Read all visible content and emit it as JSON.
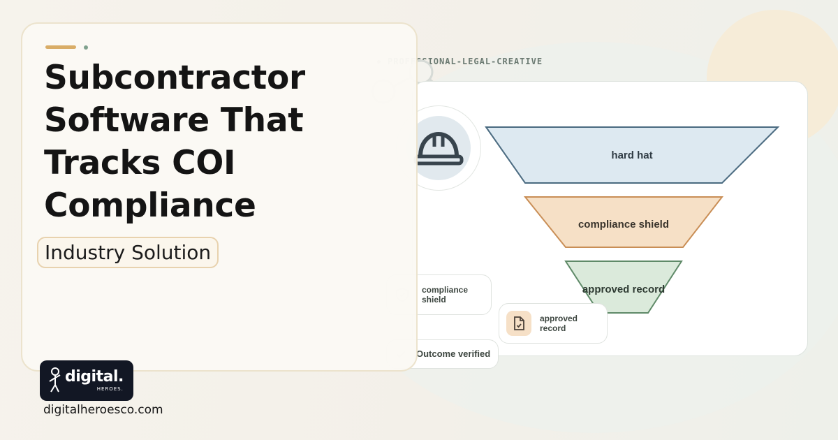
{
  "eyebrow": "PROFESSIONAL-LEGAL-CREATIVE",
  "headline": "Subcontractor Software That Tracks COI Compliance",
  "tag": "Industry Solution",
  "funnel": {
    "stages": [
      {
        "label": "hard hat",
        "fill": "#dde9f1",
        "stroke": "#4a6a80"
      },
      {
        "label": "compliance shield",
        "fill": "#f6e0c6",
        "stroke": "#c98e56"
      },
      {
        "label": "approved record",
        "fill": "#dbeadb",
        "stroke": "#5f8a68"
      }
    ]
  },
  "chips": {
    "compliance": {
      "label": "compliance shield",
      "icon": "shield-icon"
    },
    "record": {
      "label": "approved record",
      "icon": "document-check-icon"
    },
    "outcome": {
      "label": "Outcome verified",
      "icon": "checkmark-icon"
    }
  },
  "hero_icon": "hard-hat-icon",
  "brand": {
    "logo_main": "digital.",
    "logo_sub": "HEROES.",
    "url": "digitalheroesco.com"
  },
  "colors": {
    "accent_gold": "#d9ad67",
    "accent_green": "#7fa18d",
    "logo_bg": "#121724"
  }
}
